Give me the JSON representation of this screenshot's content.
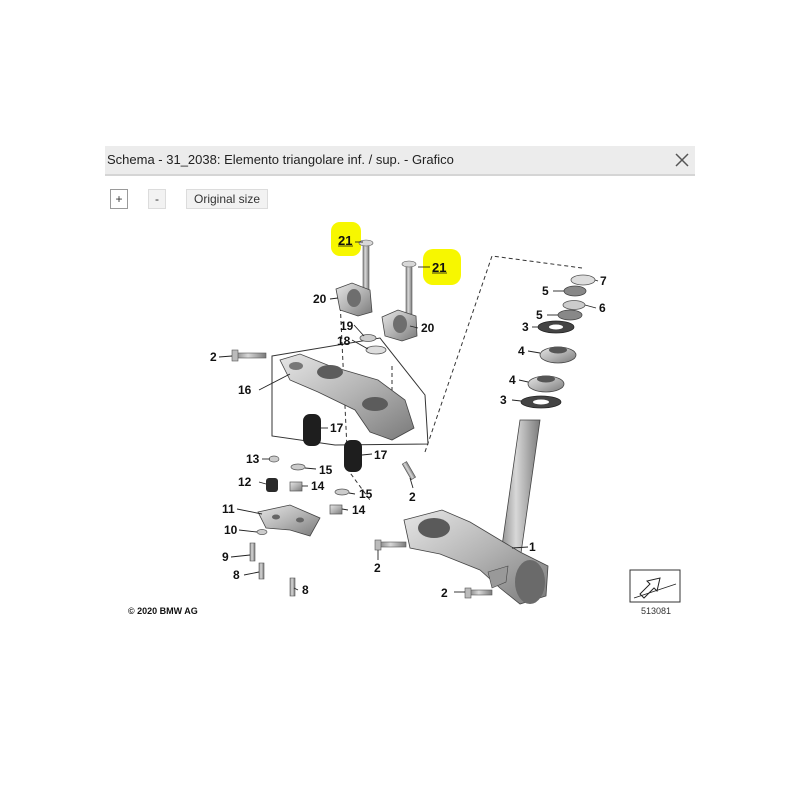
{
  "window": {
    "title": "Schema - 31_2038: Elemento triangolare inf. / sup. - Grafico"
  },
  "toolbar": {
    "zoom_in_label": "+",
    "zoom_out_label": "-",
    "original_size_label": "Original size"
  },
  "diagram": {
    "highlight_color": "#f7f700",
    "copyright": "© 2020 BMW AG",
    "reference_number": "513081",
    "labels": {
      "p1": "1",
      "p2": "2",
      "p3": "3",
      "p4": "4",
      "p5": "5",
      "p6": "6",
      "p7": "7",
      "p8": "8",
      "p9": "9",
      "p10": "10",
      "p11": "11",
      "p12": "12",
      "p13": "13",
      "p14": "14",
      "p15": "15",
      "p16": "16",
      "p17": "17",
      "p18": "18",
      "p19": "19",
      "p20": "20",
      "p21": "21"
    }
  }
}
